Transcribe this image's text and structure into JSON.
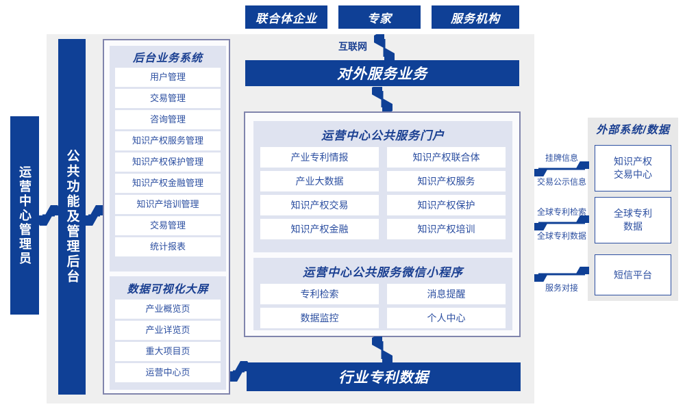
{
  "diagram": {
    "title_top_actors": [
      {
        "label": "联合体企业",
        "name": "actor-consortium-enterprise"
      },
      {
        "label": "专家",
        "name": "actor-expert"
      },
      {
        "label": "服务机构",
        "name": "actor-service-agency"
      }
    ],
    "internet_label": "互联网",
    "external_service_bar": "对外服务业务",
    "industry_patent_data_bar": "行业专利数据",
    "left_role_bar": "运营中心管理员",
    "common_function_bar": "公共功能及管理后台",
    "backend_system": {
      "title": "后台业务系统",
      "items": [
        "用户管理",
        "交易管理",
        "咨询管理",
        "知识产权服务管理",
        "知识产权保护管理",
        "知识产权金融管理",
        "知识产培训管理",
        "交易管理",
        "统计报表"
      ]
    },
    "data_visualization": {
      "title": "数据可视化大屏",
      "items": [
        "产业概览页",
        "产业详览页",
        "重大项目页",
        "运营中心页"
      ]
    },
    "public_portal": {
      "title": "运营中心公共服务门户",
      "items": [
        "产业专利情报",
        "知识产权联合体",
        "产业大数据",
        "知识产权服务",
        "知识产权交易",
        "知识产权保护",
        "知识产权金融",
        "知识产权培训"
      ]
    },
    "mini_program": {
      "title": "运营中心公共服务微信小程序",
      "items": [
        "专利检索",
        "消息提醒",
        "数据监控",
        "个人中心"
      ]
    },
    "external_systems": {
      "title": "外部系统/数据",
      "boxes": [
        {
          "label": "知识产权\n交易中心",
          "line1": "知识产权",
          "line2": "交易中心"
        },
        {
          "label": "全球专利\n数据",
          "line1": "全球专利",
          "line2": "数据"
        },
        {
          "label": "短信平台",
          "line1": "短信平台",
          "line2": ""
        }
      ],
      "connector_labels": [
        {
          "above": "挂牌信息",
          "below": "交易公示信息"
        },
        {
          "above": "全球专利检索",
          "below": "全球专利数据"
        },
        {
          "above": "",
          "below": "服务对接"
        }
      ]
    },
    "colors": {
      "navy": "#0f4096",
      "stage_gray": "#efefef",
      "group_lavender": "#dfe3f0",
      "panel_border": "#8084ac",
      "text_blue": "#2b4ea0",
      "external_gray": "#e8e8e8"
    }
  }
}
